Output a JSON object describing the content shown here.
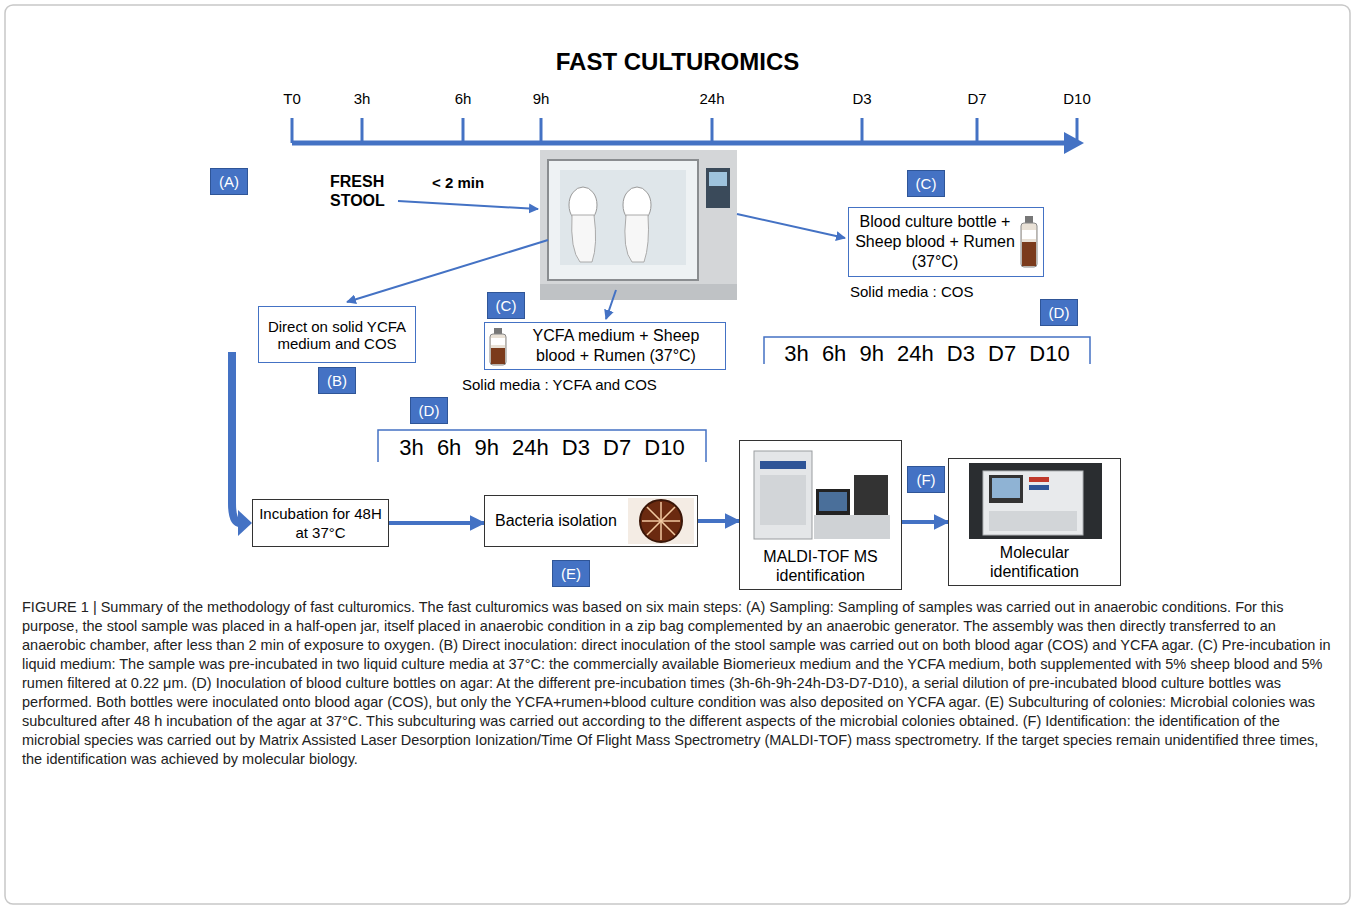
{
  "diagram": {
    "title": "FAST CULTUROMICS",
    "caption": "FIGURE 1 | Summary of the methodology of fast culturomics. The fast culturomics was based on six main steps: (A) Sampling: Sampling of samples was carried out in anaerobic conditions. For this purpose, the stool sample was placed in a half-open jar, itself placed in anaerobic condition in a zip bag complemented by an anaerobic generator. The assembly was then directly transferred to an anaerobic chamber, after less than 2 min of exposure to oxygen. (B) Direct inoculation: direct inoculation of the stool sample was carried out on both blood agar (COS) and YCFA agar. (C) Pre-incubation in liquid medium: The sample was pre-incubated in two liquid culture media at 37°C: the commercially available Biomerieux medium and the YCFA medium, both supplemented with 5% sheep blood and 5% rumen filtered at 0.22 μm. (D) Inoculation of blood culture bottles on agar: At the different pre-incubation times (3h-6h-9h-24h-D3-D7-D10), a serial dilution of pre-incubated blood culture bottles was performed. Both bottles were inoculated onto blood agar (COS), but only the YCFA+rumen+blood culture condition was also deposited on YCFA agar. (E) Subculturing of colonies: Microbial colonies was subcultured after 48 h incubation of the agar at 37°C. This subculturing was carried out according to the different aspects of the microbial colonies obtained. (F) Identification: the identification of the microbial species was carried out by Matrix Assisted Laser Desorption Ionization/Time Of Flight Mass Spectrometry (MALDI-TOF) mass spectrometry. If the target species remain unidentified three times, the identification was achieved by molecular biology.",
    "nodes": [
      {
        "text": [
          "(A)"
        ]
      },
      {
        "text": [
          "(C)"
        ]
      },
      {
        "text": [
          "Blood culture bottle + Sheep blood + Rumen (37°C)"
        ]
      },
      {
        "text": [
          "(C)"
        ]
      },
      {
        "text": [
          "(D)"
        ]
      },
      {
        "text": [
          "Direct on solid YCFA medium and COS"
        ]
      },
      {
        "text": [
          "YCFA medium + Sheep blood + Rumen (37°C)"
        ]
      },
      {
        "text": [
          "(B)"
        ]
      },
      {
        "text": [
          "(D)"
        ]
      },
      {
        "text": [
          "Incubation for 48H at 37°C"
        ]
      },
      {
        "text": [
          "Bacteria isolation"
        ]
      },
      {
        "text": [
          "(E)"
        ]
      },
      {
        "text": [
          "MALDI-TOF MS identification"
        ]
      },
      {
        "text": [
          "(F)"
        ]
      },
      {
        "text": [
          "Molecular identification"
        ]
      }
    ],
    "edges": [
      {
        "from": 9,
        "to": 10,
        "arrow": "to"
      },
      {
        "from": 10,
        "to": 12,
        "arrow": "to"
      },
      {
        "from": 12,
        "to": 14,
        "arrow": "to"
      }
    ],
    "labels": [
      "T0",
      "3h",
      "6h",
      "9h",
      "24h",
      "D3",
      "D7",
      "D10",
      "FRESH STOOL",
      "< 2 min",
      "Solid media : COS",
      "3h 6h 9h 24h D3 D7 D10",
      "Solid media : YCFA and COS",
      "3h 6h 9h 24h D3 D7 D10"
    ]
  }
}
